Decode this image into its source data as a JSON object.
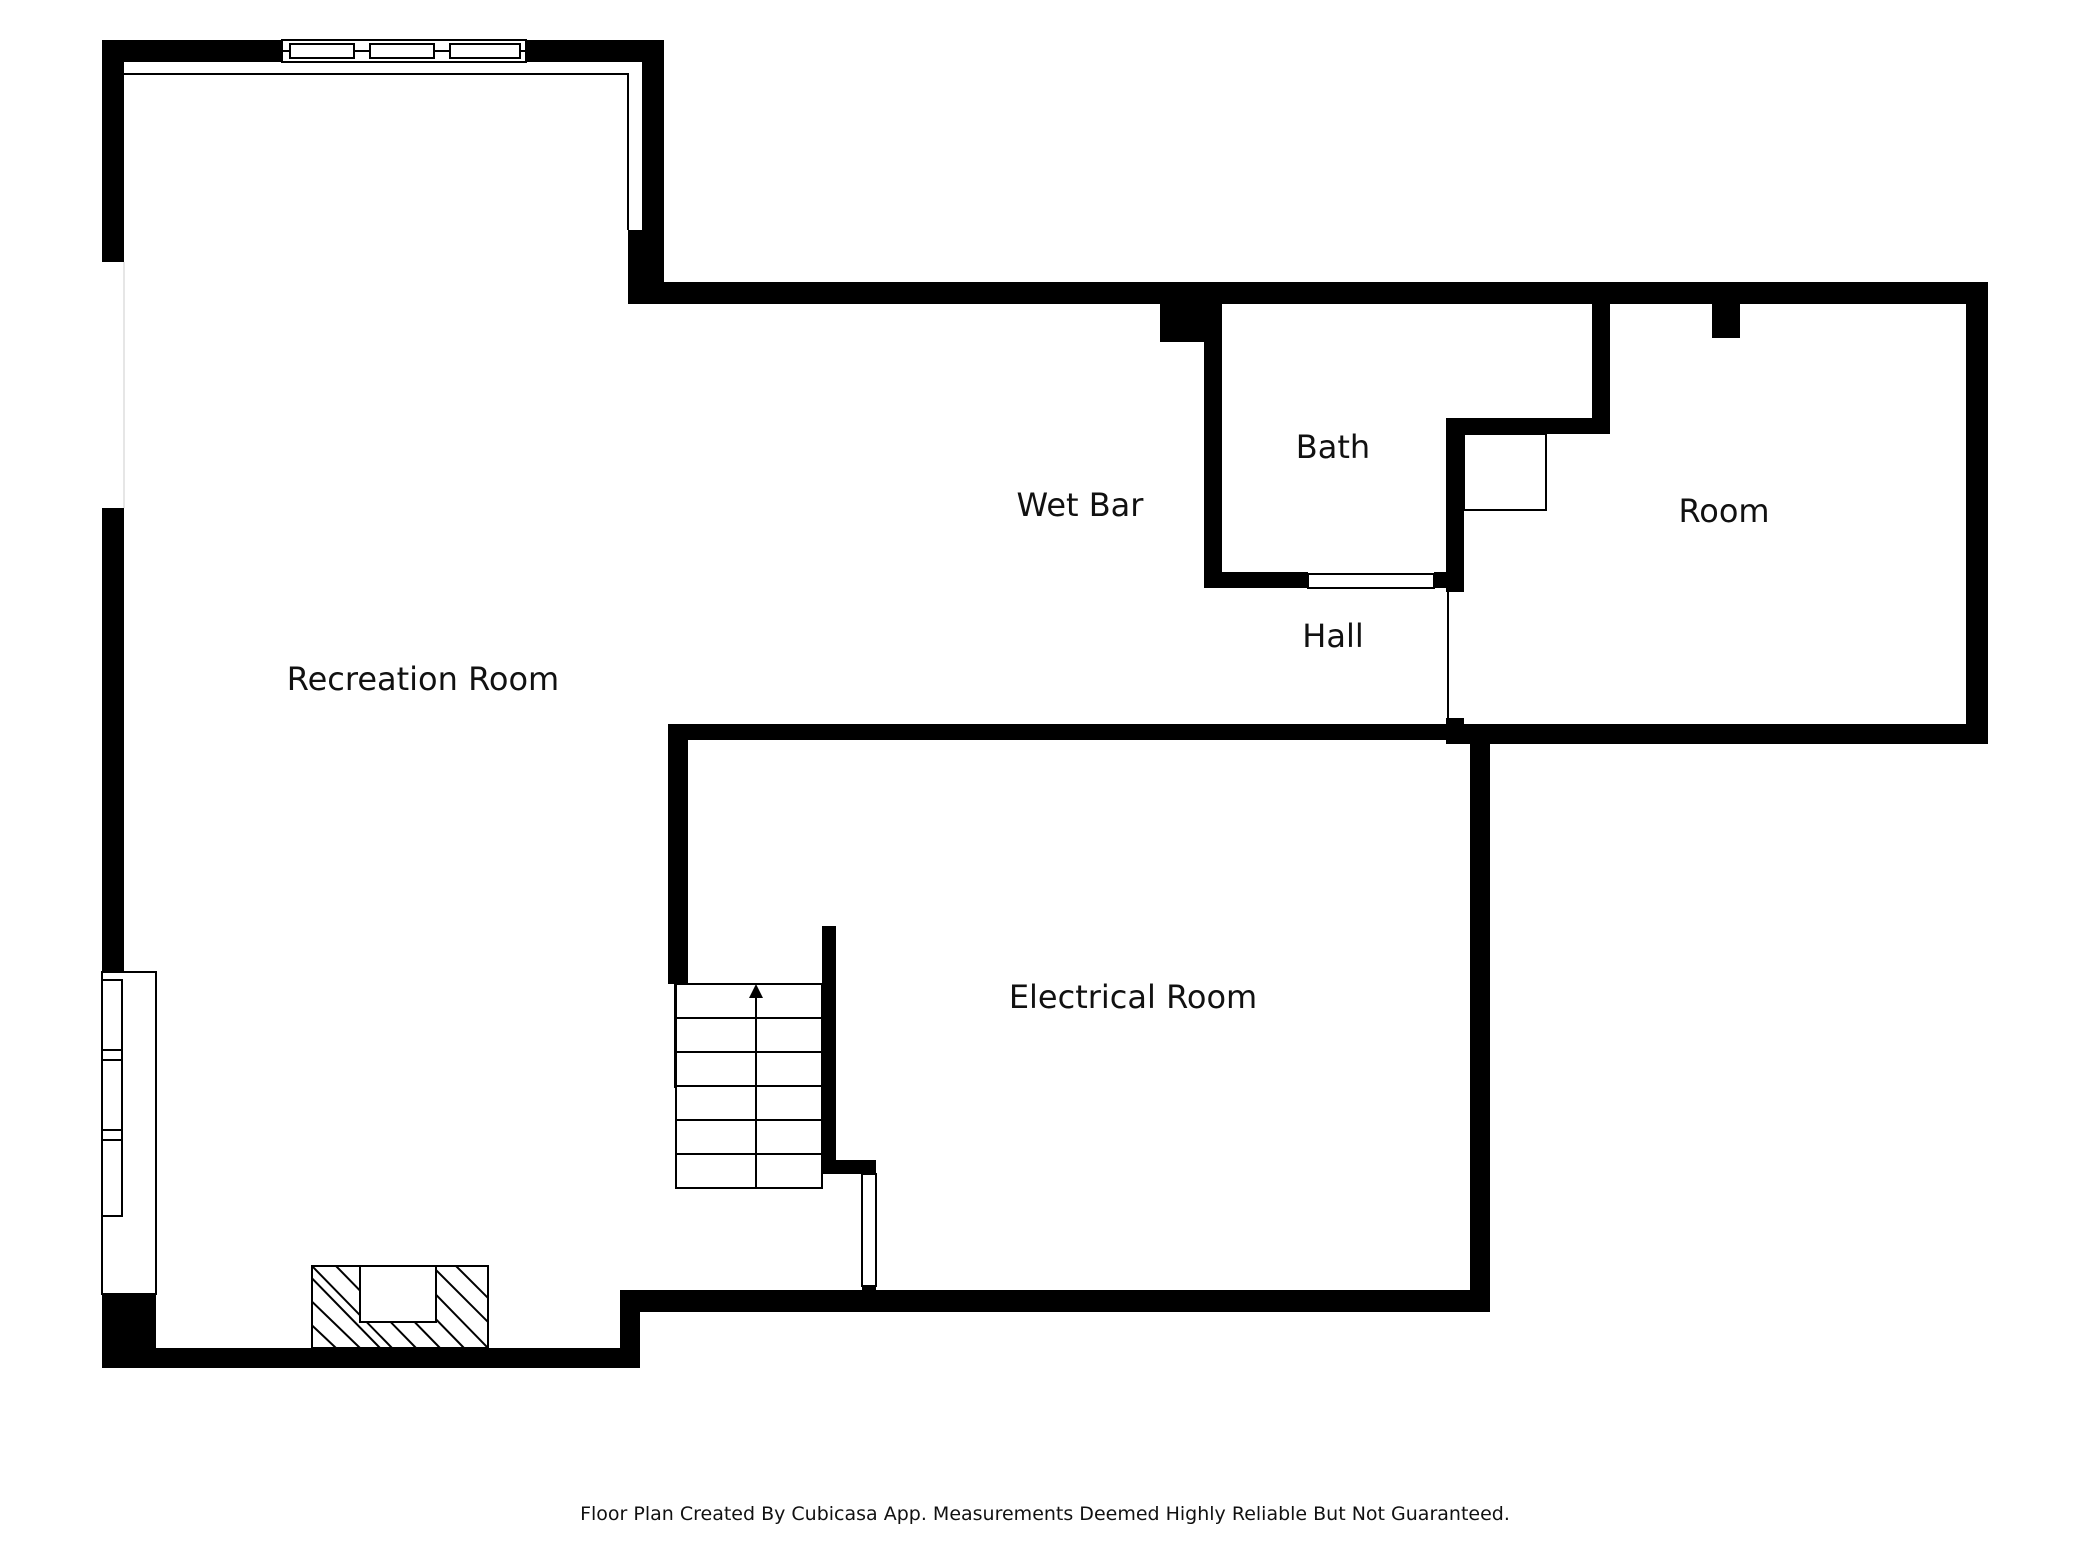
{
  "floorplan": {
    "rooms": {
      "recreation_room": "Recreation Room",
      "wet_bar": "Wet Bar",
      "bath": "Bath",
      "hall": "Hall",
      "room": "Room",
      "electrical_room": "Electrical Room"
    },
    "footer": "Floor Plan Created By Cubicasa App. Measurements Deemed Highly Reliable But Not Guaranteed.",
    "colors": {
      "wall": "#000000",
      "background": "#ffffff"
    }
  }
}
